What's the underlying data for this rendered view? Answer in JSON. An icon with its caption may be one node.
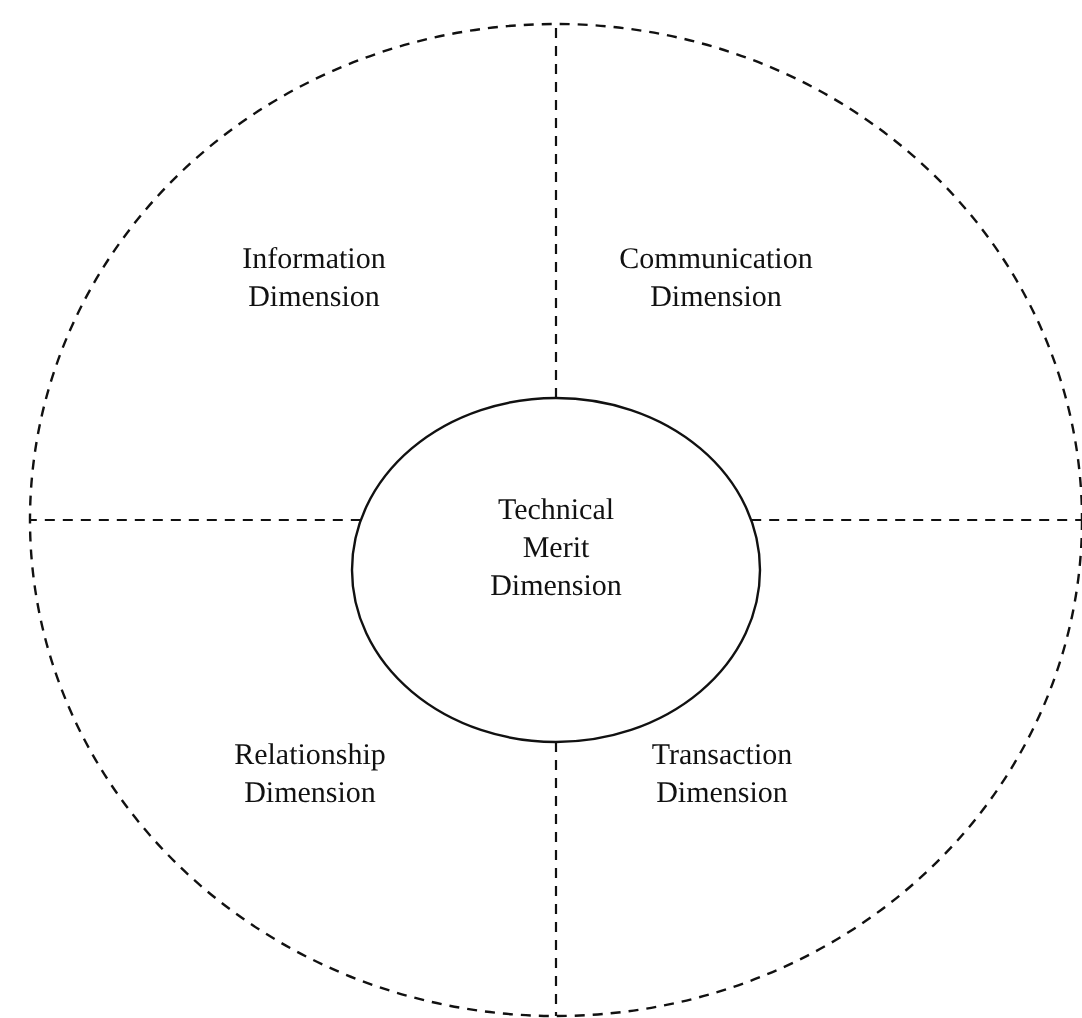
{
  "diagram": {
    "nodes": [
      {
        "text": [],
        "shape": "circle"
      },
      {
        "text": [
          "Technical Merit Dimension"
        ],
        "in": 0
      }
    ],
    "edges": [
      {
        "from": 1,
        "to": 0,
        "arrow": "none",
        "style": "dashed"
      },
      {
        "from": 1,
        "to": 0,
        "arrow": "none",
        "style": "dashed"
      },
      {
        "from": 1,
        "to": 0,
        "arrow": "none",
        "style": "dashed"
      },
      {
        "from": 1,
        "to": 0,
        "arrow": "none",
        "style": "dashed"
      }
    ],
    "labels": [
      "Information Dimension",
      "Communication Dimension",
      "Relationship Dimension",
      "Transaction Dimension"
    ]
  }
}
